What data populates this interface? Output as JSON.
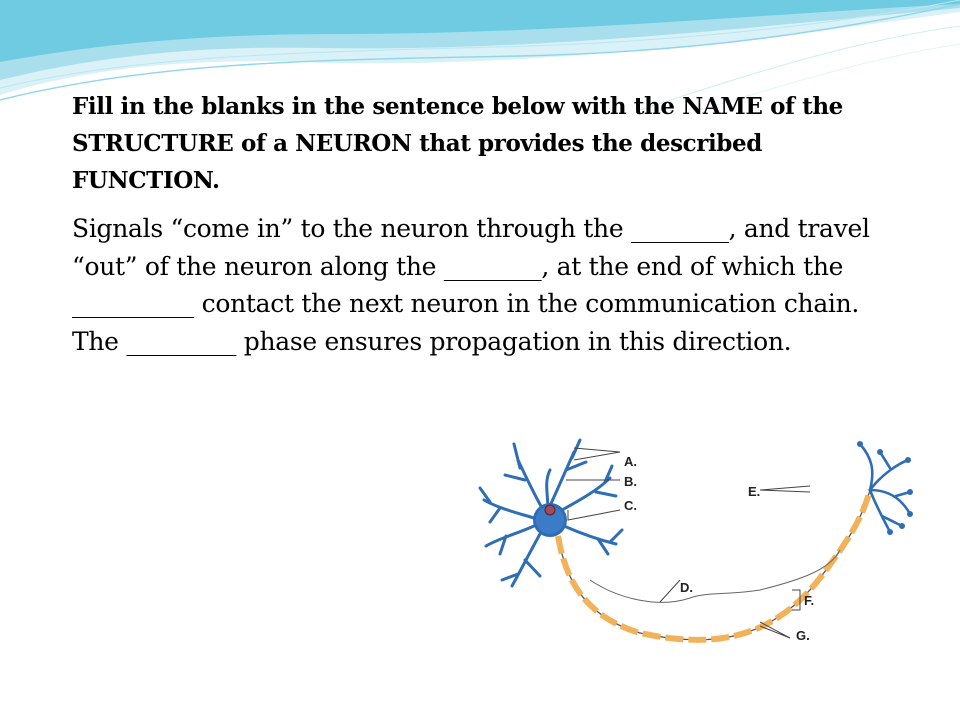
{
  "slide": {
    "instruction": "Fill in the blanks in the sentence below with the NAME of the STRUCTURE of a NEURON that provides the described FUNCTION.",
    "body": "Signals “come in” to the neuron through the ________, and travel “out” of the neuron along the ________, at the end of which the __________ contact the next neuron in the communication chain.  The _________ phase ensures propagation in this direction."
  },
  "figure": {
    "labels": [
      "A.",
      "B.",
      "C.",
      "D.",
      "E.",
      "F.",
      "G."
    ]
  },
  "colors": {
    "accent": "#5bc8e0",
    "neuron_blue": "#2f6db5",
    "myelin": "#f2b25c"
  }
}
